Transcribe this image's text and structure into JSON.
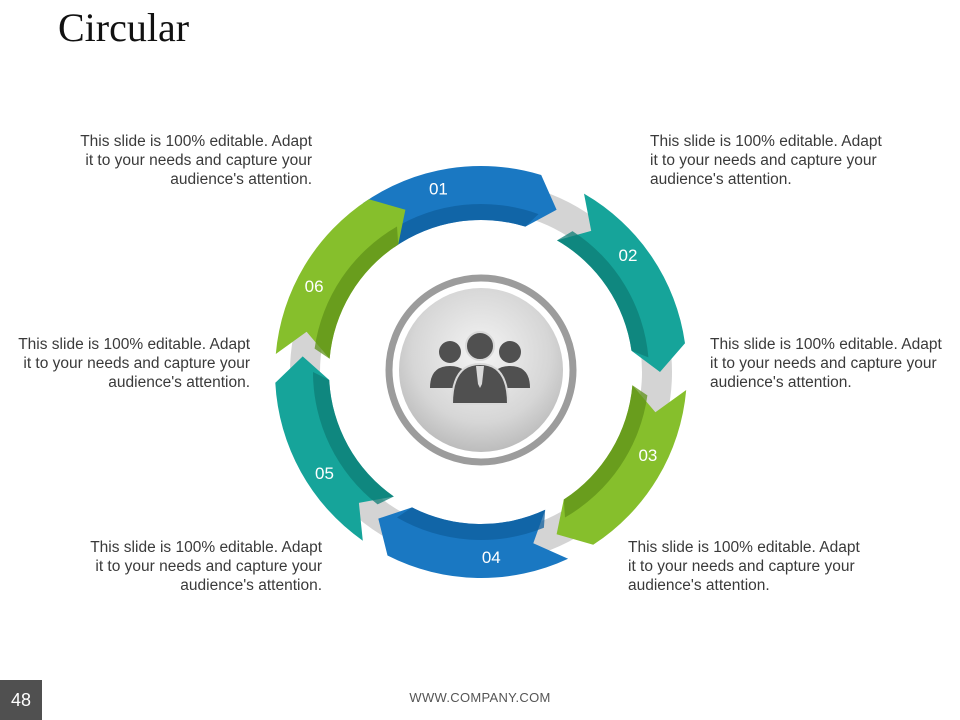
{
  "slide": {
    "title": "Circular",
    "page_number": "48",
    "footer_url": "WWW.COMPANY.COM"
  },
  "center_icon": "people-group-icon",
  "segments": [
    {
      "number": "01",
      "text": "This slide is 100% editable. Adapt it to your needs and capture your audience's attention.",
      "color": "#1a78c2",
      "color_dark": "#0f5f9e",
      "icon": "chevron-arrow-icon"
    },
    {
      "number": "02",
      "text": "This slide is 100% editable. Adapt it to your needs and capture your audience's attention.",
      "color": "#16a49a",
      "color_dark": "#0d7d75",
      "icon": "chevron-arrow-icon"
    },
    {
      "number": "03",
      "text": "This slide is 100% editable. Adapt it to your needs and capture your audience's attention.",
      "color": "#86bf2c",
      "color_dark": "#5f9218",
      "icon": "chevron-arrow-icon"
    },
    {
      "number": "04",
      "text": "This slide is 100% editable. Adapt it to your needs and capture your audience's attention.",
      "color": "#1a78c2",
      "color_dark": "#0f5f9e",
      "icon": "chevron-arrow-icon"
    },
    {
      "number": "05",
      "text": "This slide is 100% editable. Adapt it to your needs and capture your audience's attention.",
      "color": "#16a49a",
      "color_dark": "#0d7d75",
      "icon": "chevron-arrow-icon"
    },
    {
      "number": "06",
      "text": "This slide is 100% editable. Adapt it to your needs and capture your audience's attention.",
      "color": "#86bf2c",
      "color_dark": "#5f9218",
      "icon": "chevron-arrow-icon"
    }
  ]
}
